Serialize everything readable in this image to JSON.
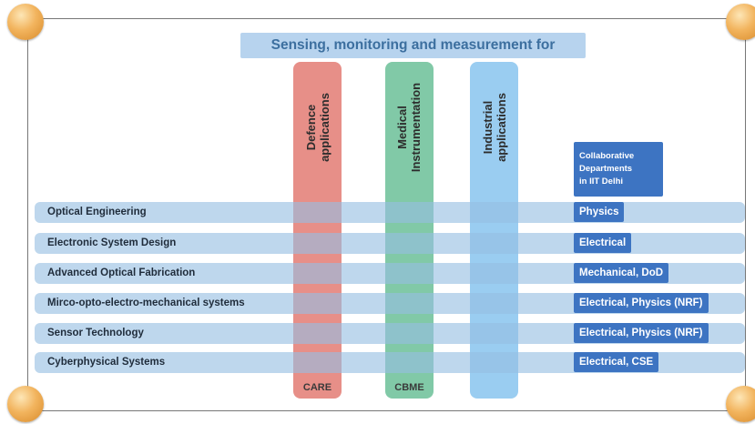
{
  "title": "Sensing, monitoring and measurement for",
  "columns": [
    {
      "line1": "Defence",
      "line2": "applications",
      "footer": "CARE",
      "color": "#e48077"
    },
    {
      "line1": "Medical",
      "line2": "Instrumentation",
      "footer": "CBME",
      "color": "#6fc29b"
    },
    {
      "line1": "Industrial",
      "line2": "applications",
      "footer": "",
      "color": "#8cc6ef"
    }
  ],
  "collab_header": "Collaborative\nDepartments\nin IIT Delhi",
  "rows": [
    {
      "label": "Optical Engineering",
      "dept": "Physics"
    },
    {
      "label": "Electronic System Design",
      "dept": "Electrical"
    },
    {
      "label": "Advanced Optical Fabrication",
      "dept": "Mechanical, DoD"
    },
    {
      "label": "Mirco-opto-electro-mechanical systems",
      "dept": "Electrical, Physics (NRF)"
    },
    {
      "label": "Sensor Technology",
      "dept": "Electrical, Physics (NRF)"
    },
    {
      "label": "Cyberphysical Systems",
      "dept": "Electrical, CSE"
    }
  ],
  "colors": {
    "row": "#96bee2",
    "dept": "#3d74c2",
    "title_bg": "#b7d3ee",
    "title_text": "#3c6f9f",
    "corner": "#f2b45e"
  }
}
